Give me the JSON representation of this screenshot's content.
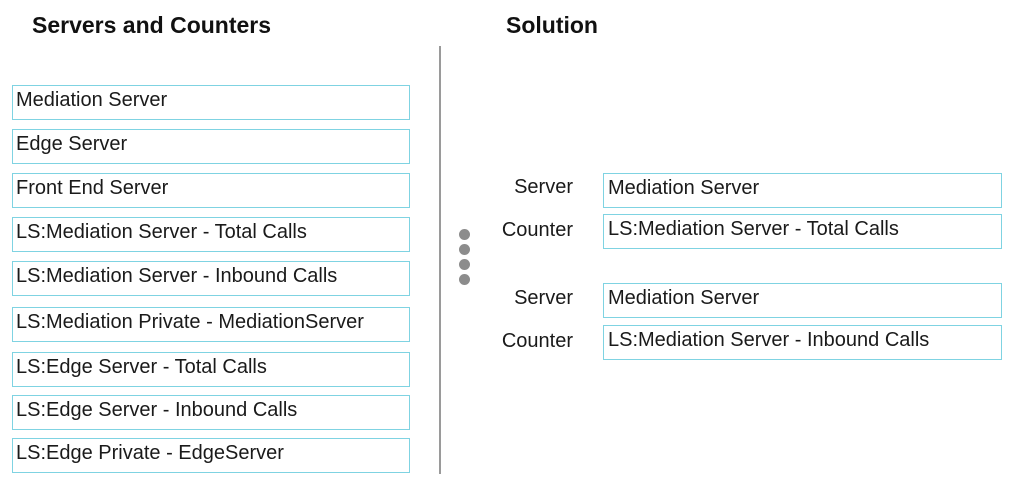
{
  "headings": {
    "left": "Servers and Counters",
    "right": "Solution"
  },
  "source_items": [
    "Mediation Server",
    "Edge Server",
    "Front End Server",
    "LS:Mediation Server - Total Calls",
    "LS:Mediation Server - Inbound Calls",
    "LS:Mediation Private - MediationServer",
    "LS:Edge Server - Total Calls",
    "LS:Edge Server - Inbound Calls",
    "LS:Edge Private - EdgeServer"
  ],
  "solution": {
    "group1": {
      "server_label": "Server",
      "server_value": "Mediation Server",
      "counter_label": "Counter",
      "counter_value": "LS:Mediation Server - Total Calls"
    },
    "group2": {
      "server_label": "Server",
      "server_value": "Mediation Server",
      "counter_label": "Counter",
      "counter_value": "LS:Mediation Server - Inbound Calls"
    }
  },
  "colors": {
    "box_border": "#7fd3e2",
    "divider": "#9a9a9a",
    "handle": "#8c8c8c"
  }
}
